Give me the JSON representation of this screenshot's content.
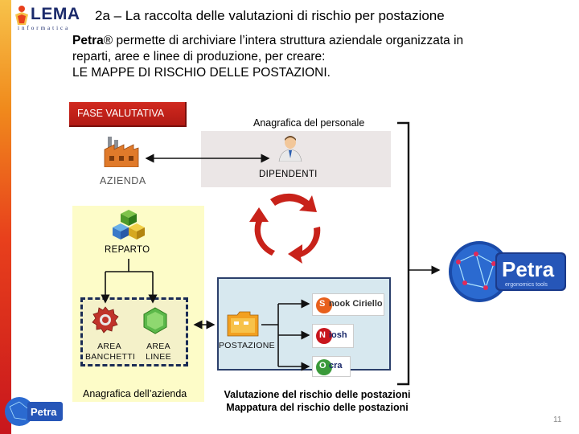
{
  "header": {
    "logo_text": "LEMA",
    "logo_subtext": "informatica",
    "title": "2a – La raccolta delle valutazioni di rischio per postazione"
  },
  "intro": {
    "brand": "Petra",
    "registered": "®",
    "line1": " permette di archiviare l’intera struttura aziendale organizzata in",
    "line2": "reparti,  aree e linee di produzione, per creare:",
    "line3": " LE MAPPE DI RISCHIO DELLE POSTAZIONI."
  },
  "diagram": {
    "phase_label": "FASE  VALUTATIVA",
    "personnel_label": "Anagrafica del personale",
    "dipendenti_label": "DIPENDENTI",
    "azienda_label": "AZIENDA",
    "reparto_label": "REPARTO",
    "area_banchetti_label": "AREA BANCHETTI",
    "area_linee_label": "AREA LINEE",
    "postazione_label": "POSTAZIONE",
    "anagrafica_azienda_label": "Anagrafica dell’azienda",
    "valutazione_line1": "Valutazione del rischio delle postazioni",
    "valutazione_line2": "Mappatura del rischio delle postazioni",
    "methods": [
      {
        "name": "Snook Ciriello",
        "letter": "S",
        "text": "nook Ciriello",
        "color": "#e8601c"
      },
      {
        "name": "Niosh",
        "letter": "N",
        "text": "iosh",
        "color": "#c8161d"
      },
      {
        "name": "Ocra",
        "letter": "O",
        "text": "cra",
        "color": "#3a9a3a"
      }
    ]
  },
  "petra_logo": {
    "name": "Petra",
    "tagline": "ergonomics tools"
  },
  "page_number": "11",
  "colors": {
    "phase_red": "#c8221a",
    "navy": "#1b2a6b",
    "yellow_bg": "#fdfcc8",
    "blue_bg": "#d7e8ef",
    "grey_bg": "#ebe6e6"
  }
}
